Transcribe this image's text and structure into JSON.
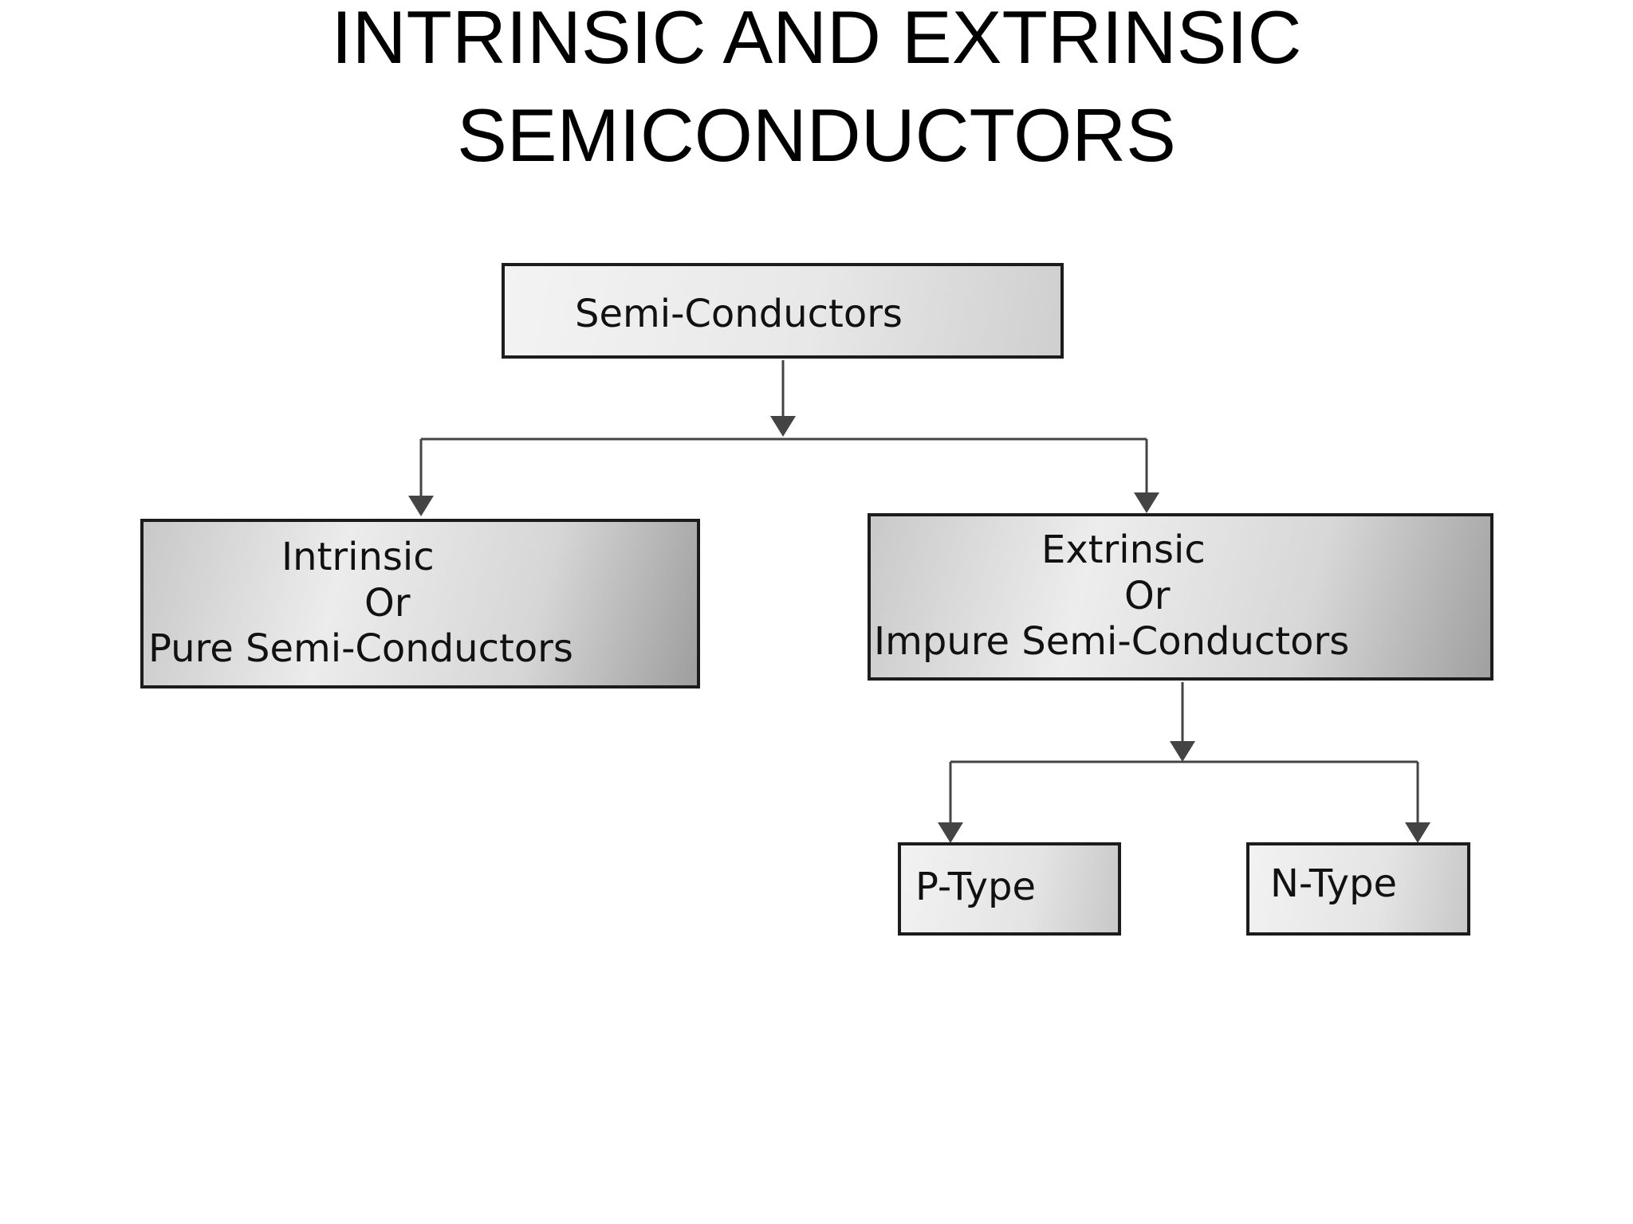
{
  "title": {
    "line1": "INTRINSIC AND EXTRINSIC",
    "line2": "SEMICONDUCTORS"
  },
  "diagram": {
    "root": {
      "label": "Semi-Conductors"
    },
    "intrinsic": {
      "line1": "Intrinsic",
      "line2": "Or",
      "line3": "Pure Semi-Conductors"
    },
    "extrinsic": {
      "line1": "Extrinsic",
      "line2": "Or",
      "line3": "Impure Semi-Conductors"
    },
    "p_type": {
      "label": "P-Type"
    },
    "n_type": {
      "label": "N-Type"
    }
  },
  "colors": {
    "text": "#111111",
    "border": "#1c1c1c",
    "connector": "#444444",
    "background": "#ffffff"
  }
}
